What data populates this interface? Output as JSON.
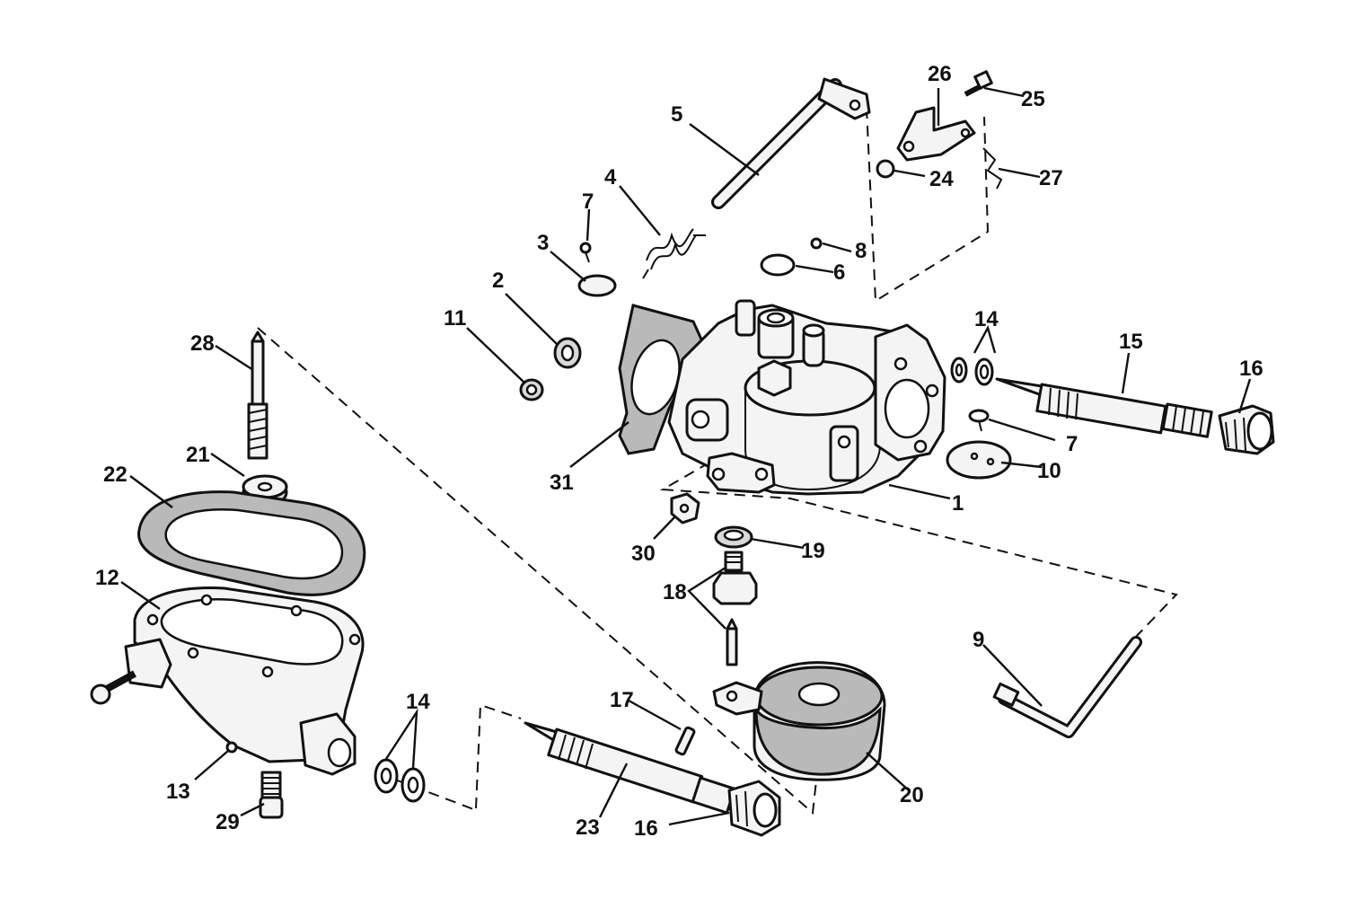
{
  "callouts": {
    "c1": "1",
    "c2": "2",
    "c3": "3",
    "c4": "4",
    "c5": "5",
    "c6": "6",
    "c7a": "7",
    "c7b": "7",
    "c8": "8",
    "c9": "9",
    "c10": "10",
    "c11": "11",
    "c12": "12",
    "c13": "13",
    "c14a": "14",
    "c14b": "14",
    "c15": "15",
    "c16a": "16",
    "c16b": "16",
    "c17": "17",
    "c18": "18",
    "c19": "19",
    "c20": "20",
    "c21": "21",
    "c22": "22",
    "c23": "23",
    "c24": "24",
    "c25": "25",
    "c26": "26",
    "c27": "27",
    "c28": "28",
    "c29": "29",
    "c30": "30",
    "c31": "31"
  }
}
